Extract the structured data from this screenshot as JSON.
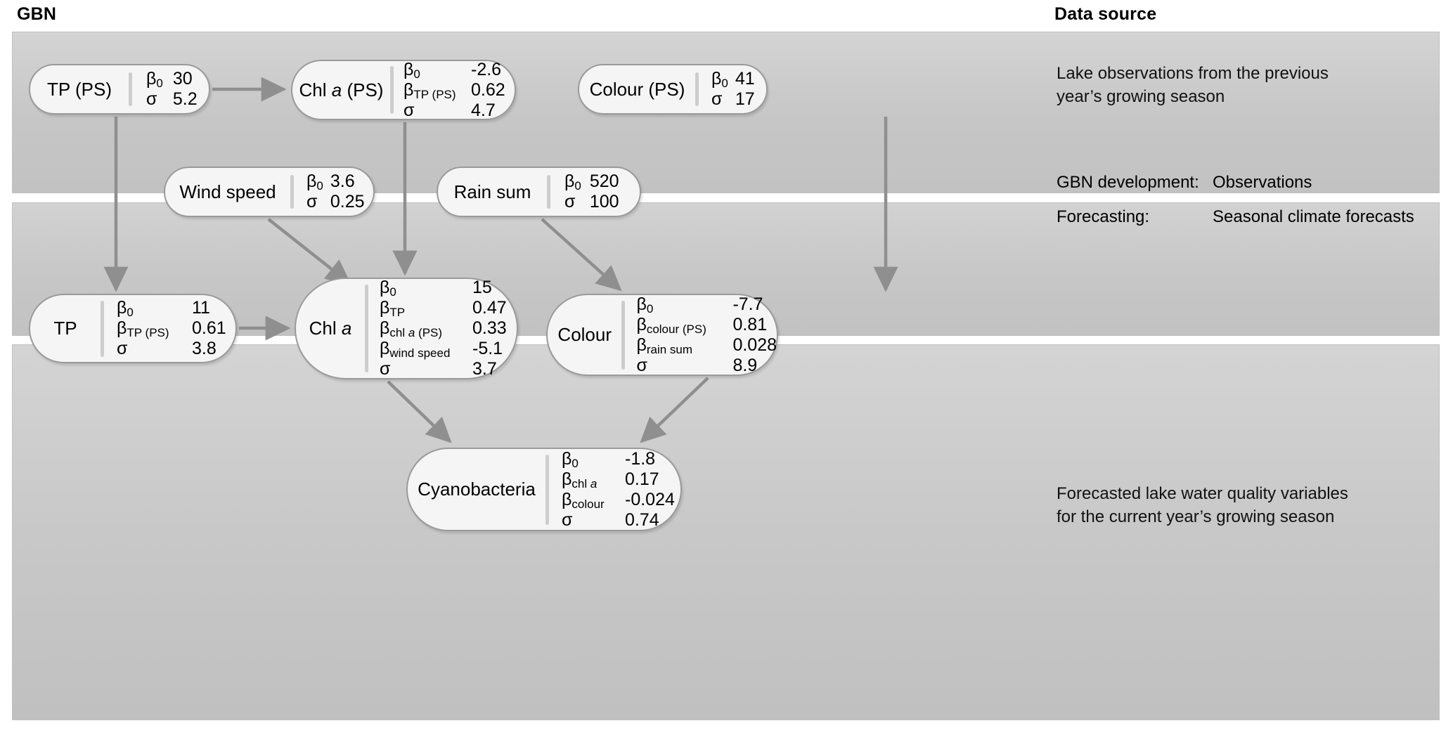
{
  "headers": {
    "left": "GBN",
    "right": "Data source"
  },
  "captions": {
    "band1": "Lake observations from the previous year’s growing season",
    "band2": {
      "rows": [
        {
          "key": "GBN development:",
          "value": "Observations"
        },
        {
          "key": "Forecasting:",
          "value": "Seasonal climate forecasts"
        }
      ]
    },
    "band3": "Forecasted lake water quality variables for the current year’s growing season"
  },
  "colors": {
    "node_fill": "#f5f5f5",
    "node_border": "#9a9a9a",
    "band1_fill": "#c6c6c6",
    "band2_fill": "#c6c6c6",
    "band3_fill": "#c8c8c8",
    "edge": "#8f8f8f",
    "separator": "#cdcdcd"
  },
  "nodes": [
    {
      "id": "tp-ps",
      "name": "TP (PS)",
      "params": [
        [
          "β₀",
          "30"
        ],
        [
          "σ",
          "5.2"
        ]
      ]
    },
    {
      "id": "chla-ps",
      "name": "Chl a (PS)",
      "params": [
        [
          "β₀",
          "-2.6"
        ],
        [
          "β_TP (PS)",
          "0.62"
        ],
        [
          "σ",
          "4.7"
        ]
      ]
    },
    {
      "id": "colour-ps",
      "name": "Colour (PS)",
      "params": [
        [
          "β₀",
          "41"
        ],
        [
          "σ",
          "17"
        ]
      ]
    },
    {
      "id": "wind",
      "name": "Wind speed",
      "params": [
        [
          "β₀",
          "3.6"
        ],
        [
          "σ",
          "0.25"
        ]
      ]
    },
    {
      "id": "rain",
      "name": "Rain sum",
      "params": [
        [
          "β₀",
          "520"
        ],
        [
          "σ",
          "100"
        ]
      ]
    },
    {
      "id": "tp",
      "name": "TP",
      "params": [
        [
          "β₀",
          "11"
        ],
        [
          "β_TP (PS)",
          "0.61"
        ],
        [
          "σ",
          "3.8"
        ]
      ]
    },
    {
      "id": "chla",
      "name": "Chl a",
      "params": [
        [
          "β₀",
          "15"
        ],
        [
          "β_TP",
          "0.47"
        ],
        [
          "β_chl a (PS)",
          "0.33"
        ],
        [
          "β_wind speed",
          "-5.1"
        ],
        [
          "σ",
          "3.7"
        ]
      ]
    },
    {
      "id": "colour",
      "name": "Colour",
      "params": [
        [
          "β₀",
          "-7.7"
        ],
        [
          "β_colour (PS)",
          "0.81"
        ],
        [
          "β_rain sum",
          "0.028"
        ],
        [
          "σ",
          "8.9"
        ]
      ]
    },
    {
      "id": "cyano",
      "name": "Cyanobacteria",
      "params": [
        [
          "β₀",
          "-1.8"
        ],
        [
          "β_chl a",
          "0.17"
        ],
        [
          "β_colour",
          "-0.024"
        ],
        [
          "σ",
          "0.74"
        ]
      ]
    }
  ],
  "node_text": {
    "tp_ps": {
      "name": "TP (PS)",
      "b0": "β",
      "b0sub": "0",
      "b0v": "30",
      "sg": "σ",
      "sgv": "5.2"
    },
    "chla_ps": {
      "name_a": "Chl ",
      "name_i": "a",
      "name_b": " (PS)",
      "b0": "β",
      "b0sub": "0",
      "b0v": "-2.6",
      "b1": "β",
      "b1sub": "TP (PS)",
      "b1v": "0.62",
      "sg": "σ",
      "sgv": "4.7"
    },
    "colour_ps": {
      "name": "Colour (PS)",
      "b0": "β",
      "b0sub": "0",
      "b0v": "41",
      "sg": "σ",
      "sgv": "17"
    },
    "wind": {
      "name": "Wind speed",
      "b0": "β",
      "b0sub": "0",
      "b0v": "3.6",
      "sg": "σ",
      "sgv": "0.25"
    },
    "rain": {
      "name": "Rain sum",
      "b0": "β",
      "b0sub": "0",
      "b0v": "520",
      "sg": "σ",
      "sgv": "100"
    },
    "tp": {
      "name": "TP",
      "b0": "β",
      "b0sub": "0",
      "b0v": "11",
      "b1": "β",
      "b1sub": "TP (PS)",
      "b1v": "0.61",
      "sg": "σ",
      "sgv": "3.8"
    },
    "chla": {
      "name_a": "Chl ",
      "name_i": "a",
      "b0": "β",
      "b0sub": "0",
      "b0v": "15",
      "b1": "β",
      "b1sub": "TP",
      "b1v": "0.47",
      "b2": "β",
      "b2sub_a": "chl ",
      "b2sub_i": "a",
      "b2sub_b": " (PS)",
      "b2v": "0.33",
      "b3": "β",
      "b3sub": "wind speed",
      "b3v": "-5.1",
      "sg": "σ",
      "sgv": "3.7"
    },
    "colour": {
      "name": "Colour",
      "b0": "β",
      "b0sub": "0",
      "b0v": "-7.7",
      "b1": "β",
      "b1sub": "colour (PS)",
      "b1v": "0.81",
      "b2": "β",
      "b2sub": "rain sum",
      "b2v": "0.028",
      "sg": "σ",
      "sgv": "8.9"
    },
    "cyano": {
      "name": "Cyanobacteria",
      "b0": "β",
      "b0sub": "0",
      "b0v": "-1.8",
      "b1": "β",
      "b1sub_a": "chl ",
      "b1sub_i": "a",
      "b1v": "0.17",
      "b2": "β",
      "b2sub": "colour",
      "b2v": "-0.024",
      "sg": "σ",
      "sgv": "0.74"
    }
  },
  "edges": [
    {
      "from": "tp-ps",
      "to": "chla-ps"
    },
    {
      "from": "tp-ps",
      "to": "tp"
    },
    {
      "from": "chla-ps",
      "to": "chla"
    },
    {
      "from": "colour-ps",
      "to": "colour"
    },
    {
      "from": "wind",
      "to": "chla"
    },
    {
      "from": "rain",
      "to": "colour"
    },
    {
      "from": "tp",
      "to": "chla"
    },
    {
      "from": "chla",
      "to": "cyano"
    },
    {
      "from": "colour",
      "to": "cyano"
    }
  ]
}
